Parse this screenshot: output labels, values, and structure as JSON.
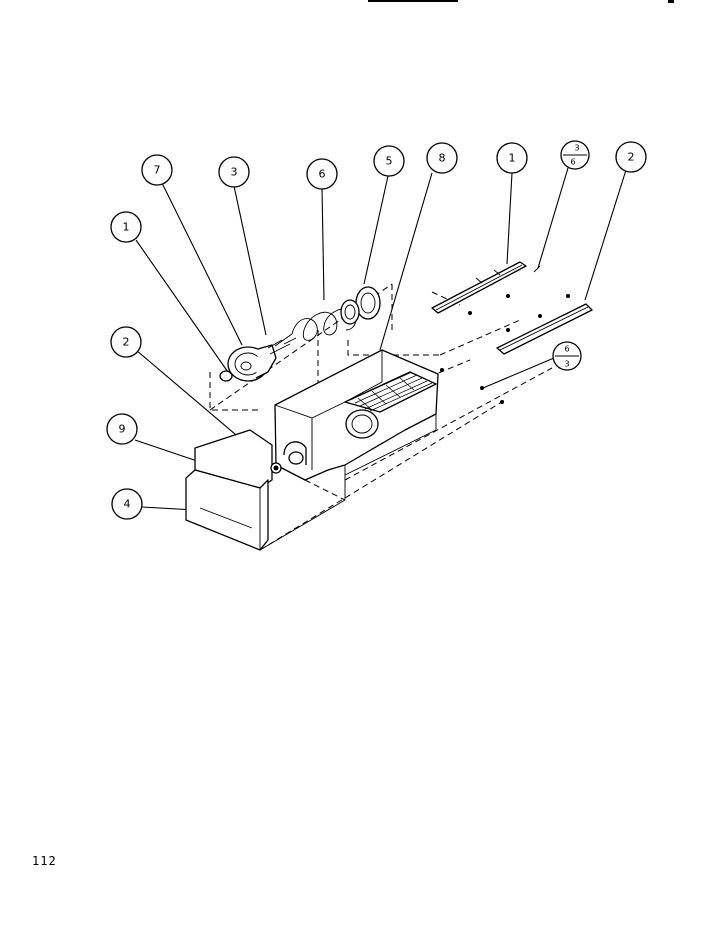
{
  "page": {
    "number": "112"
  },
  "callouts": [
    {
      "id": "c7",
      "label": "7"
    },
    {
      "id": "c3a",
      "label": "3"
    },
    {
      "id": "c6",
      "label": "6"
    },
    {
      "id": "c5",
      "label": "5"
    },
    {
      "id": "c8",
      "label": "8"
    },
    {
      "id": "c1a",
      "label": "1"
    },
    {
      "id": "c3over6",
      "top": "3",
      "bottom": "6"
    },
    {
      "id": "c2a",
      "label": "2"
    },
    {
      "id": "c1b",
      "label": "1"
    },
    {
      "id": "c2b",
      "label": "2"
    },
    {
      "id": "c9",
      "label": "9"
    },
    {
      "id": "c4",
      "label": "4"
    },
    {
      "id": "c6over3",
      "top": "6",
      "bottom": "3"
    }
  ]
}
